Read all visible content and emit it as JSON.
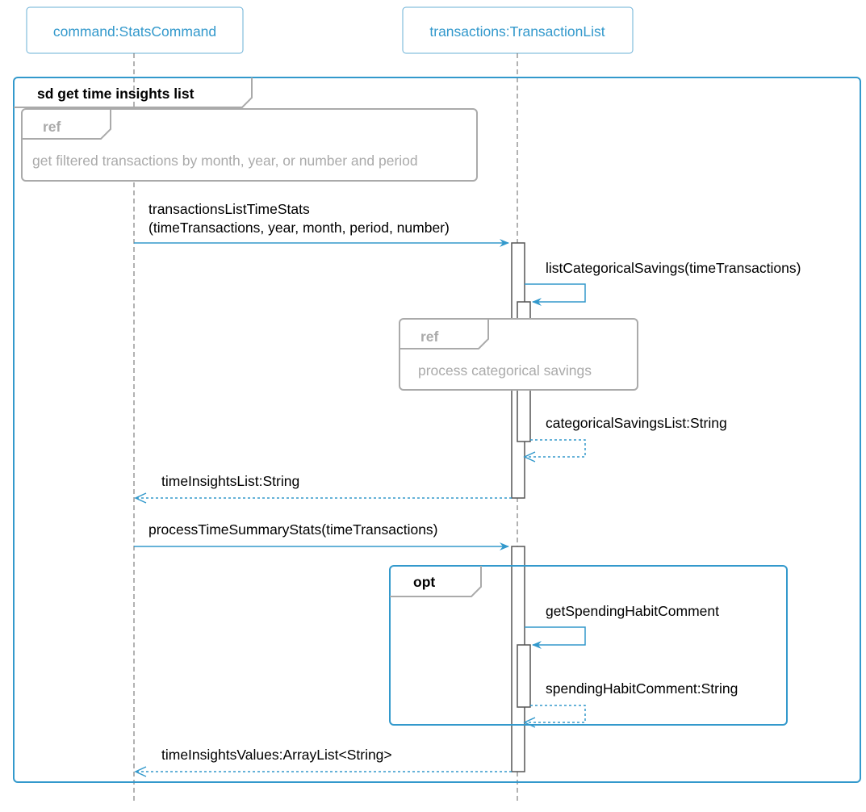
{
  "participants": {
    "command": "command:StatsCommand",
    "transactions": "transactions:TransactionList"
  },
  "frames": {
    "sd_title": "sd get time insights list",
    "opt_title": "opt"
  },
  "refs": {
    "ref1_tag": "ref",
    "ref1_text": "get filtered transactions by month, year, or number and period",
    "ref2_tag": "ref",
    "ref2_text": "process categorical savings"
  },
  "messages": {
    "m1_line1": "transactionsListTimeStats",
    "m1_line2": "(timeTransactions, year, month, period, number)",
    "m2": "listCategoricalSavings(timeTransactions)",
    "m3_return": "categoricalSavingsList:String",
    "m4_return": "timeInsightsList:String",
    "m5": "processTimeSummaryStats(timeTransactions)",
    "m6": "getSpendingHabitComment",
    "m7_return": "spendingHabitComment:String",
    "m8_return": "timeInsightsValues:ArrayList<String>"
  },
  "colors": {
    "accent": "#3399cc",
    "ref_gray": "#aaaaaa",
    "activation": "#555555"
  }
}
